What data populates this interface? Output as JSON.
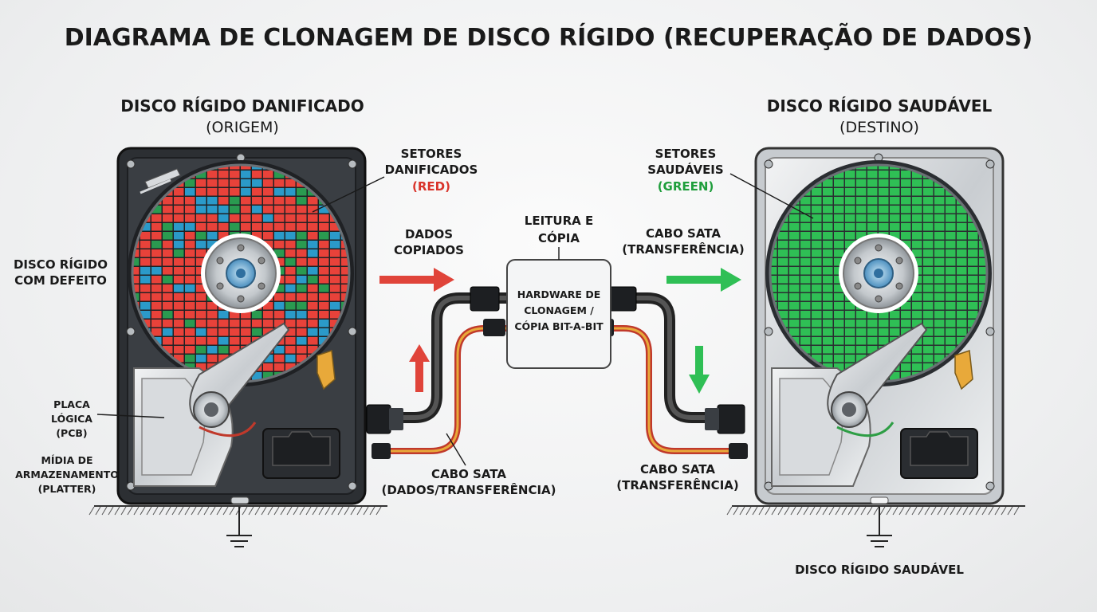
{
  "title": "DIAGRAMA DE CLONAGEM DE DISCO RÍGIDO (RECUPERAÇÃO DE DADOS)",
  "source": {
    "heading": "DISCO RÍGIDO DANIFICADO",
    "subheading": "(ORIGEM)",
    "sectors_label": [
      "SETORES",
      "DANIFICADOS",
      "(RED)"
    ],
    "defect_label": [
      "DISCO RÍGIDO",
      "COM DEFEITO"
    ],
    "pcb_label": [
      "PLACA",
      "LÓGICA",
      "(PCB)"
    ],
    "platter_label": [
      "MÍDIA DE",
      "ARMAZENAMENTO",
      "(PLATTER)"
    ],
    "colors": {
      "bad": "#e8423a",
      "good": "#2b9ac9",
      "accent": "#d9342b"
    }
  },
  "target": {
    "heading": "DISCO RÍGIDO SAUDÁVEL",
    "subheading": "(DESTINO)",
    "sectors_label": [
      "SETORES",
      "SAUDÁVEIS",
      "(GREEN)"
    ],
    "footer_label": "DISCO RÍGIDO SAUDÁVEL",
    "colors": {
      "good": "#2fbf55",
      "accent": "#1f9e3c"
    }
  },
  "cloner": {
    "top_label": [
      "LEITURA E",
      "CÓPIA"
    ],
    "box_label": [
      "HARDWARE DE",
      "CLONAGEM /",
      "CÓPIA BIT-A-BIT"
    ]
  },
  "flow": {
    "copied_label": [
      "DADOS",
      "COPIADOS"
    ],
    "cable_right_top": [
      "CABO SATA",
      "(TRANSFERÊNCIA)"
    ],
    "cable_left_bottom": [
      "CABO SATA",
      "(DADOS/TRANSFERÊNCIA)"
    ],
    "cable_right_bottom": [
      "CABO SATA",
      "(TRANSFERÊNCIA)"
    ],
    "arrow_colors": {
      "left": "#e0443a",
      "right": "#2fbf55"
    }
  }
}
